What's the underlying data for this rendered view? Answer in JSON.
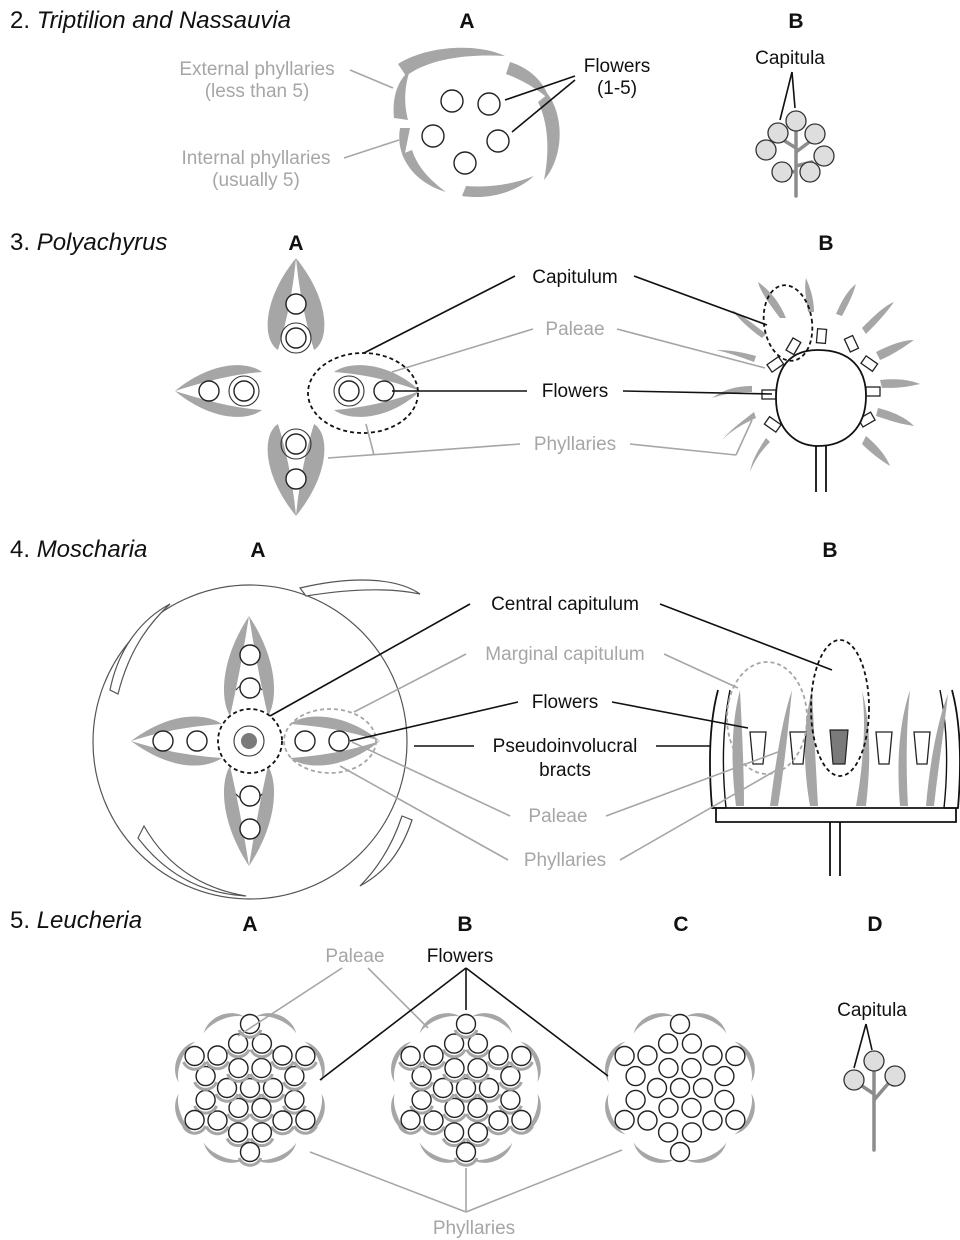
{
  "sections": {
    "s2": {
      "num": "2.",
      "name": "Triptilion and Nassauvia"
    },
    "s3": {
      "num": "3.",
      "name": "Polyachyrus"
    },
    "s4": {
      "num": "4.",
      "name": "Moscharia"
    },
    "s5": {
      "num": "5.",
      "name": "Leucheria"
    }
  },
  "panels": {
    "a": "A",
    "b": "B",
    "c": "C",
    "d": "D"
  },
  "labels": {
    "external_phyllaries": [
      "External phyllaries",
      "(less than 5)"
    ],
    "internal_phyllaries": [
      "Internal phyllaries",
      "(usually 5)"
    ],
    "flowers_1_5": [
      "Flowers",
      "(1-5)"
    ],
    "capitula": "Capitula",
    "capitulum": "Capitulum",
    "paleae": "Paleae",
    "flowers": "Flowers",
    "phyllaries": "Phyllaries",
    "central_capitulum": "Central capitulum",
    "marginal_capitulum": "Marginal capitulum",
    "pseudoinvolucral_bracts": [
      "Pseudoinvolucral",
      "bracts"
    ]
  },
  "colors": {
    "black_label": "#111111",
    "grey_label": "#a6a6a6",
    "bract_fill": "#a6a6a6",
    "capitulum_fill": "#dedede"
  }
}
